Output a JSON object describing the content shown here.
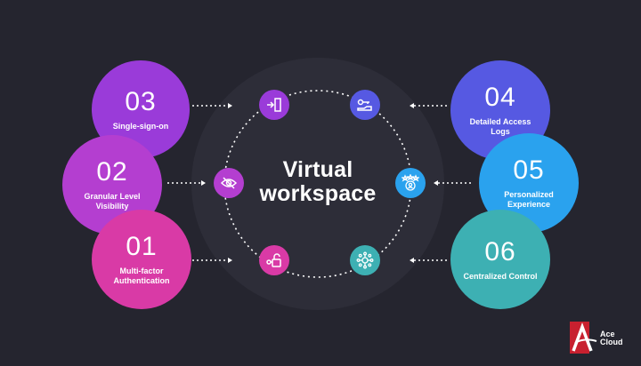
{
  "title": {
    "line1": "Virtual",
    "line2": "workspace"
  },
  "features": [
    {
      "number": "03",
      "label": "Single-sign-on",
      "color": "#9a3bd9"
    },
    {
      "number": "02",
      "label": "Granular Level Visibility",
      "color": "#b43ed0"
    },
    {
      "number": "01",
      "label": "Multi-factor Authentication",
      "color": "#d93aa6"
    },
    {
      "number": "04",
      "label": "Detailed Access Logs",
      "color": "#5659e2"
    },
    {
      "number": "05",
      "label": "Personalized Experience",
      "color": "#2aa2ee"
    },
    {
      "number": "06",
      "label": "Centralized Control",
      "color": "#3db0b3"
    }
  ],
  "icons": [
    {
      "name": "door-exit-icon",
      "color": "#9a3bd9"
    },
    {
      "name": "eye-slash-icon",
      "color": "#b43ed0"
    },
    {
      "name": "unlock-key-icon",
      "color": "#d93aa6"
    },
    {
      "name": "hand-key-icon",
      "color": "#5659e2"
    },
    {
      "name": "user-rating-icon",
      "color": "#2aa2ee"
    },
    {
      "name": "network-hub-icon",
      "color": "#3db0b3"
    }
  ],
  "colors": {
    "background": "#25252f",
    "dotted_line": "#ffffff",
    "halo": "#2d2d38"
  },
  "logo": {
    "line1": "Ace",
    "line2": "Cloud",
    "accent": "#c8202f"
  }
}
